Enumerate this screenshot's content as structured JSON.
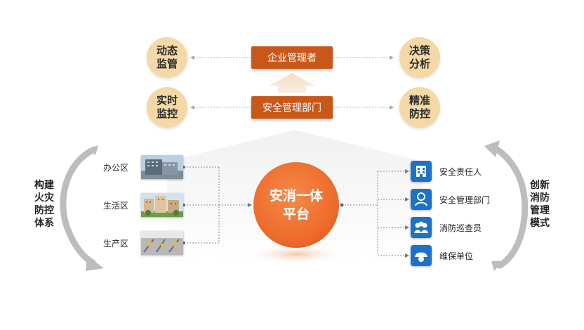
{
  "top": {
    "left_circles": [
      {
        "lines": [
          "动态",
          "监管"
        ]
      },
      {
        "lines": [
          "实时",
          "监控"
        ]
      }
    ],
    "right_circles": [
      {
        "lines": [
          "决策",
          "分析"
        ]
      },
      {
        "lines": [
          "精准",
          "防控"
        ]
      }
    ],
    "boxes": [
      "企业管理者",
      "安全管理部门"
    ]
  },
  "center": {
    "lines": [
      "安消一体",
      "平台"
    ]
  },
  "zones": [
    {
      "label": "办公区",
      "icon": "office-building-photo"
    },
    {
      "label": "生活区",
      "icon": "residential-buildings-photo"
    },
    {
      "label": "生产区",
      "icon": "factory-production-line-photo"
    }
  ],
  "roles": [
    {
      "label": "安全责任人",
      "icon": "building-icon"
    },
    {
      "label": "安全管理部门",
      "icon": "person-icon"
    },
    {
      "label": "消防巡查员",
      "icon": "group-icon"
    },
    {
      "label": "维保单位",
      "icon": "worker-helmet-icon"
    }
  ],
  "left_side_text": [
    "构建",
    "火灾",
    "防控",
    "体系"
  ],
  "right_side_text": [
    "创新",
    "消防",
    "管理",
    "模式"
  ],
  "colors": {
    "circle_fill": "#f4d8a6",
    "box_fill": "#c8581a",
    "center_fill": "#ee6c2c",
    "role_icon_fill": "#1b72c8",
    "arrow_gray": "#b8b8b8"
  }
}
